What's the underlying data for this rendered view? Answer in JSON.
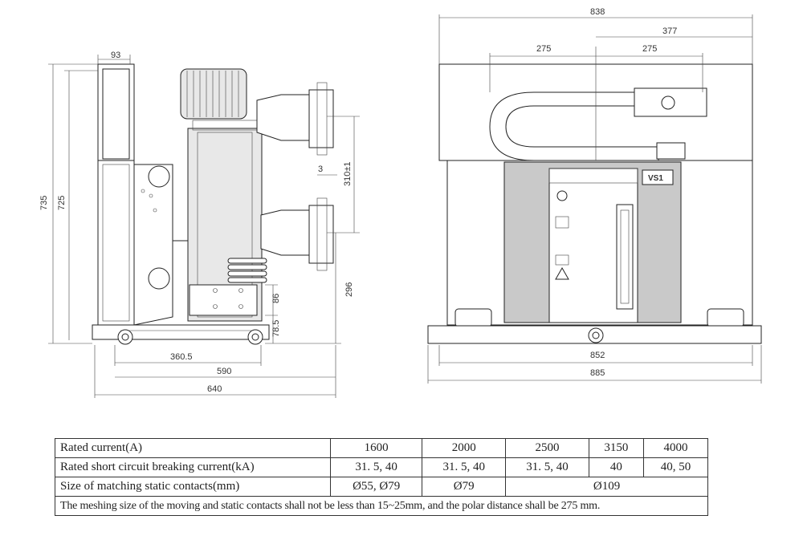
{
  "drawing": {
    "side_view": {
      "dims": {
        "top_width": "93",
        "total_height": "735",
        "frame_height": "725",
        "contact_offset": "3",
        "pole_spacing": "310±1",
        "lower_height": "296",
        "upper_chassis": "86",
        "lower_chassis": "78.5",
        "depth_a": "360.5",
        "depth_b": "590",
        "depth_c": "640"
      }
    },
    "front_view": {
      "dims": {
        "total_width": "838",
        "right_span": "377",
        "pole_left": "275",
        "pole_right": "275",
        "base_width": "852",
        "base_total": "885"
      },
      "badge": "VS1"
    }
  },
  "table": {
    "rows": [
      {
        "label": "Rated current(A)",
        "cells": [
          "1600",
          "2000",
          "2500",
          "3150",
          "4000"
        ]
      },
      {
        "label": "Rated short circuit breaking current(kA)",
        "cells": [
          "31. 5, 40",
          "31. 5, 40",
          "31. 5, 40",
          "40",
          "40, 50"
        ]
      },
      {
        "label": "Size of matching static contacts(mm)",
        "cells": [
          "Ø55,  Ø79",
          "Ø79",
          "Ø109"
        ]
      }
    ],
    "note": "The meshing size of the moving and static contacts shall not be less than 15~25mm, and the polar distance shall be 275 mm."
  }
}
